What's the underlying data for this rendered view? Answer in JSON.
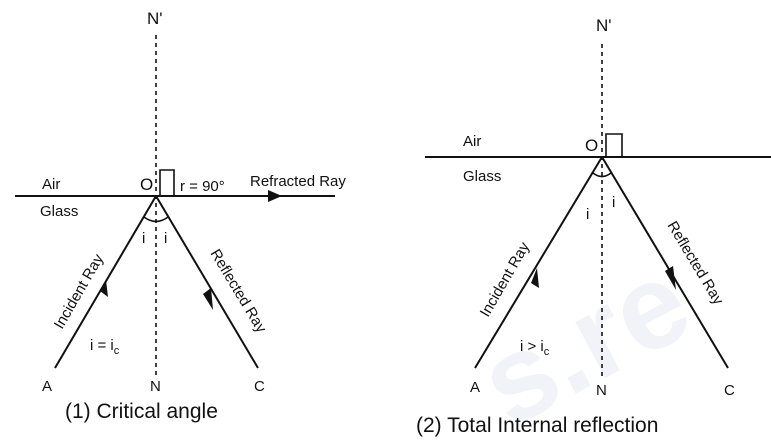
{
  "watermark": "s.re",
  "diagram1": {
    "normal_top": "N'",
    "normal_bottom": "N",
    "point_o": "O",
    "medium_top": "Air",
    "medium_bottom": "Glass",
    "angle_r": "r = 90°",
    "refracted_ray": "Refracted Ray",
    "incident_ray": "Incident Ray",
    "reflected_ray": "Reflected Ray",
    "angle_i_left": "i",
    "angle_i_right": "i",
    "condition_main": "i = i",
    "condition_sub": "c",
    "point_a": "A",
    "point_c": "C",
    "caption": "(1) Critical angle"
  },
  "diagram2": {
    "normal_top": "N'",
    "normal_bottom": "N",
    "point_o": "O",
    "medium_top": "Air",
    "medium_bottom": "Glass",
    "incident_ray": "Incident Ray",
    "reflected_ray": "Reflected Ray",
    "angle_i_left": "i",
    "angle_i_right": "i",
    "condition_main": "i > i",
    "condition_sub": "c",
    "point_a": "A",
    "point_c": "C",
    "caption": "(2) Total Internal reflection"
  }
}
